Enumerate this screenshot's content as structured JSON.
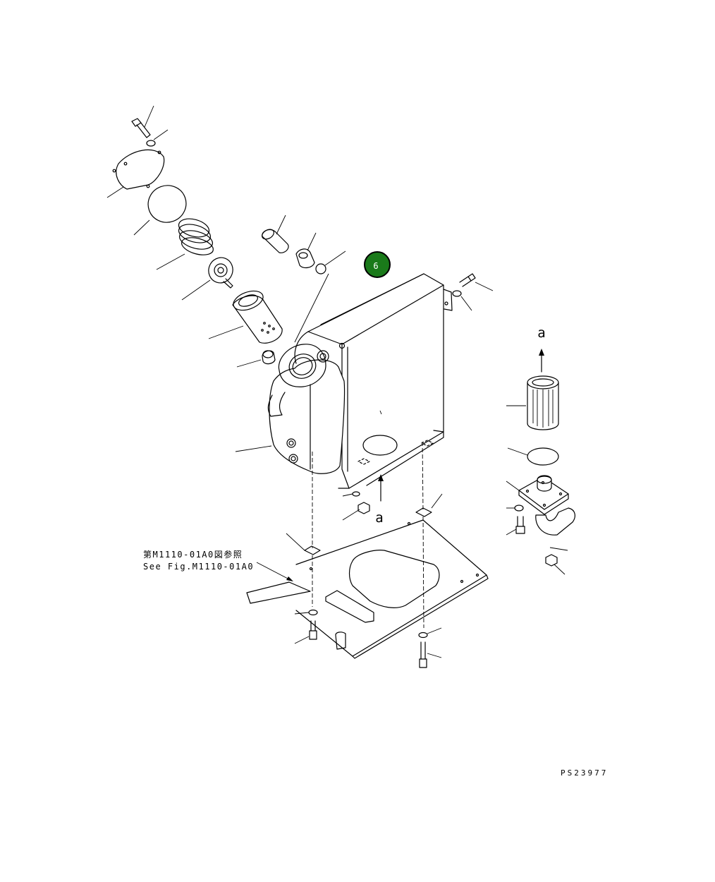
{
  "diagram": {
    "callout_number": "6",
    "callout_color": "#1a7a1a",
    "view_label_top": "a",
    "view_label_bottom": "a",
    "reference_note_jp": "第M1110-01A0図参照",
    "reference_note_en": "See Fig.M1110-01A0",
    "figure_code": "PS23977"
  }
}
